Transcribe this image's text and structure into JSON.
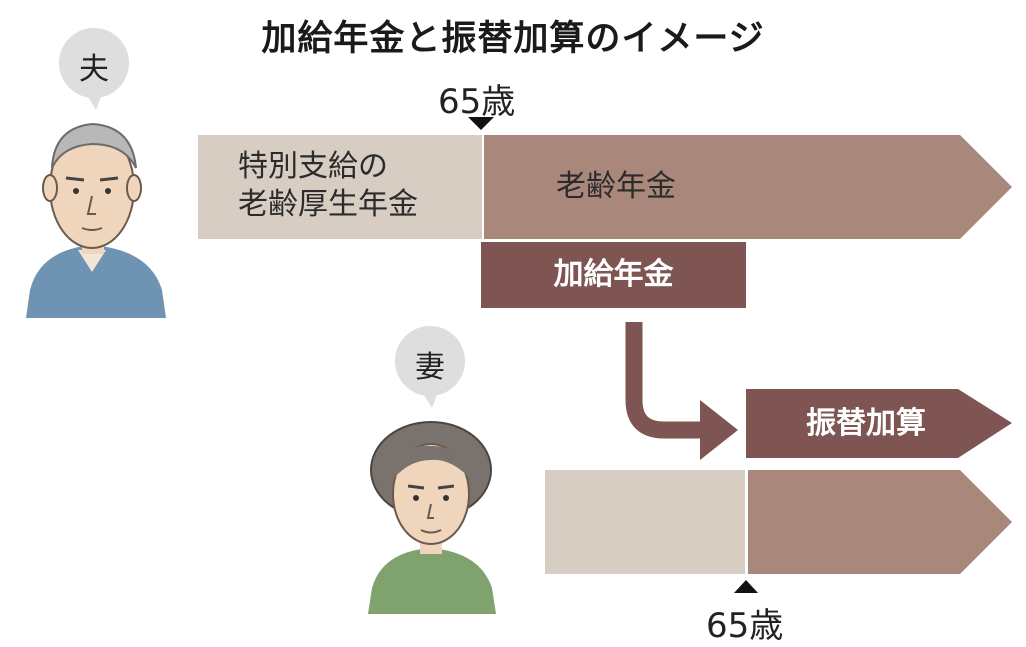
{
  "title": "加給年金と振替加算のイメージ",
  "husband": {
    "label": "夫",
    "age_marker": "65歳",
    "before_65": "特別支給の\n老齢厚生年金",
    "after_65": "老齢年金",
    "add_on": "加給年金"
  },
  "wife": {
    "label": "妻",
    "age_marker": "65歳",
    "add_on": "振替加算"
  },
  "colors": {
    "light_bar": "#d8cdc3",
    "pension_bar": "#a9877a",
    "dark_bar": "#7e5552",
    "arrow": "#7e5552",
    "bubble": "#dedede"
  }
}
